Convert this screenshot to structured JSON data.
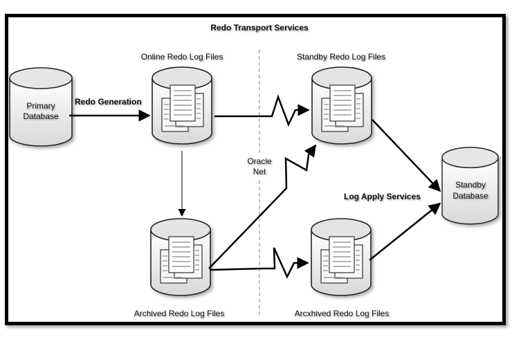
{
  "diagram": {
    "title": "Redo Transport Services",
    "nodes": {
      "primary_db": {
        "line1": "Primary",
        "line2": "Database"
      },
      "online_logs": {
        "label": "Online Redo Log Files"
      },
      "archived_logs_primary": {
        "label": "Archived Redo Log Files"
      },
      "standby_logs": {
        "label": "Standby Redo Log Files"
      },
      "archived_logs_standby": {
        "label": "Arcxhived Redo Log Files"
      },
      "standby_db": {
        "line1": "Standby",
        "line2": "Database"
      }
    },
    "edges": {
      "redo_generation": "Redo Generation",
      "network": {
        "line1": "Oracle",
        "line2": "Net"
      },
      "log_apply": "Log Apply Services"
    }
  }
}
